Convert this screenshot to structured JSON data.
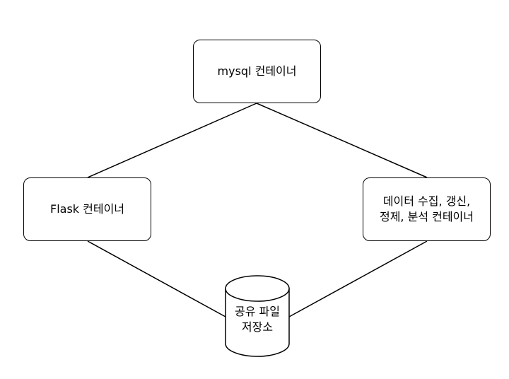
{
  "diagram": {
    "nodes": {
      "mysql": {
        "label": "mysql 컨테이너"
      },
      "flask": {
        "label": "Flask 컨테이너"
      },
      "pipeline": {
        "label": "데이터 수집, 갱신,\n정제, 분석 컨테이너"
      },
      "storage": {
        "label": "공유 파일\n저장소",
        "shape": "cylinder"
      }
    },
    "edges": [
      {
        "from": "mysql",
        "to": "flask"
      },
      {
        "from": "mysql",
        "to": "pipeline"
      },
      {
        "from": "flask",
        "to": "storage"
      },
      {
        "from": "pipeline",
        "to": "storage"
      }
    ],
    "colors": {
      "stroke": "#000000",
      "fill": "#ffffff"
    }
  }
}
